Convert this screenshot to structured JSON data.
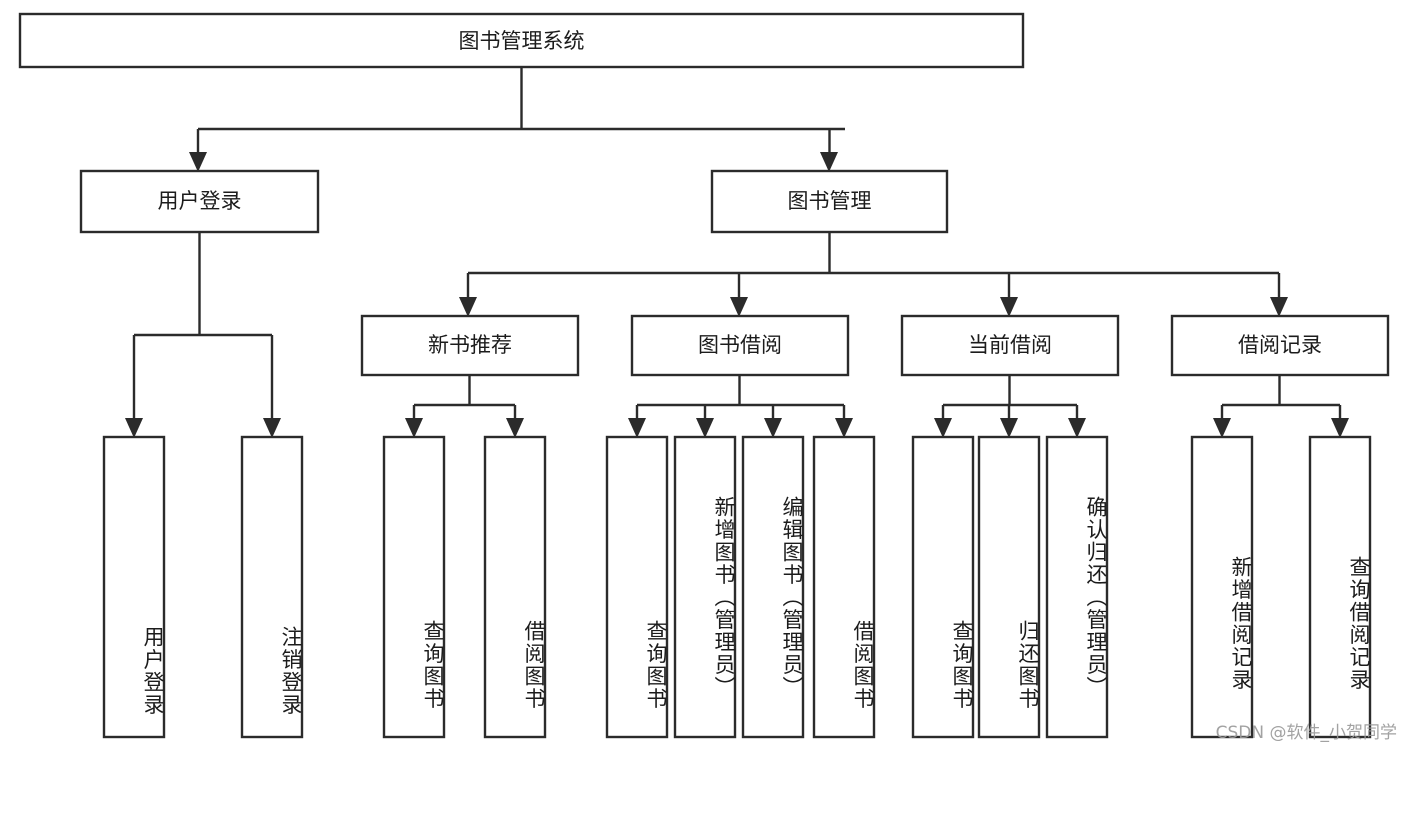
{
  "diagram": {
    "type": "tree",
    "title": "图书管理系统",
    "orientation": "top-down",
    "root": {
      "id": "root",
      "label": "图书管理系统",
      "text_direction": "horizontal"
    },
    "level2": [
      {
        "id": "user-login",
        "label": "用户登录",
        "text_direction": "horizontal"
      },
      {
        "id": "book-manage",
        "label": "图书管理",
        "text_direction": "horizontal"
      }
    ],
    "level3": [
      {
        "id": "new-book-recommend",
        "label": "新书推荐",
        "parent": "book-manage",
        "text_direction": "horizontal"
      },
      {
        "id": "book-borrow",
        "label": "图书借阅",
        "parent": "book-manage",
        "text_direction": "horizontal"
      },
      {
        "id": "current-borrow",
        "label": "当前借阅",
        "parent": "book-manage",
        "text_direction": "horizontal"
      },
      {
        "id": "borrow-record",
        "label": "借阅记录",
        "parent": "book-manage",
        "text_direction": "horizontal"
      }
    ],
    "leaves": [
      {
        "id": "leaf-user-login",
        "label": "用户登录",
        "parent": "user-login",
        "text_direction": "vertical"
      },
      {
        "id": "leaf-user-logout",
        "label": "注销登录",
        "parent": "user-login",
        "text_direction": "vertical"
      },
      {
        "id": "leaf-query-book-1",
        "label": "查询图书",
        "parent": "new-book-recommend",
        "text_direction": "vertical"
      },
      {
        "id": "leaf-borrow-book-1",
        "label": "借阅图书",
        "parent": "new-book-recommend",
        "text_direction": "vertical"
      },
      {
        "id": "leaf-query-book-2",
        "label": "查询图书",
        "parent": "book-borrow",
        "text_direction": "vertical"
      },
      {
        "id": "leaf-add-book",
        "label": "新增图书（管理员）",
        "parent": "book-borrow",
        "text_direction": "vertical"
      },
      {
        "id": "leaf-edit-book",
        "label": "编辑图书（管理员）",
        "parent": "book-borrow",
        "text_direction": "vertical"
      },
      {
        "id": "leaf-borrow-book-2",
        "label": "借阅图书",
        "parent": "book-borrow",
        "text_direction": "vertical"
      },
      {
        "id": "leaf-query-book-3",
        "label": "查询图书",
        "parent": "current-borrow",
        "text_direction": "vertical"
      },
      {
        "id": "leaf-return-book",
        "label": "归还图书",
        "parent": "current-borrow",
        "text_direction": "vertical"
      },
      {
        "id": "leaf-confirm-return",
        "label": "确认归还（管理员）",
        "parent": "current-borrow",
        "text_direction": "vertical"
      },
      {
        "id": "leaf-add-record",
        "label": "新增借阅记录",
        "parent": "borrow-record",
        "text_direction": "vertical"
      },
      {
        "id": "leaf-query-record",
        "label": "查询借阅记录",
        "parent": "borrow-record",
        "text_direction": "vertical"
      }
    ],
    "colors": {
      "box_stroke": "#2b2b2b",
      "box_fill": "#ffffff",
      "text": "#1c1c1c",
      "background": "#ffffff",
      "watermark": "#9b9b9b"
    }
  },
  "watermark": {
    "text": "CSDN @软件_小贺同学"
  }
}
